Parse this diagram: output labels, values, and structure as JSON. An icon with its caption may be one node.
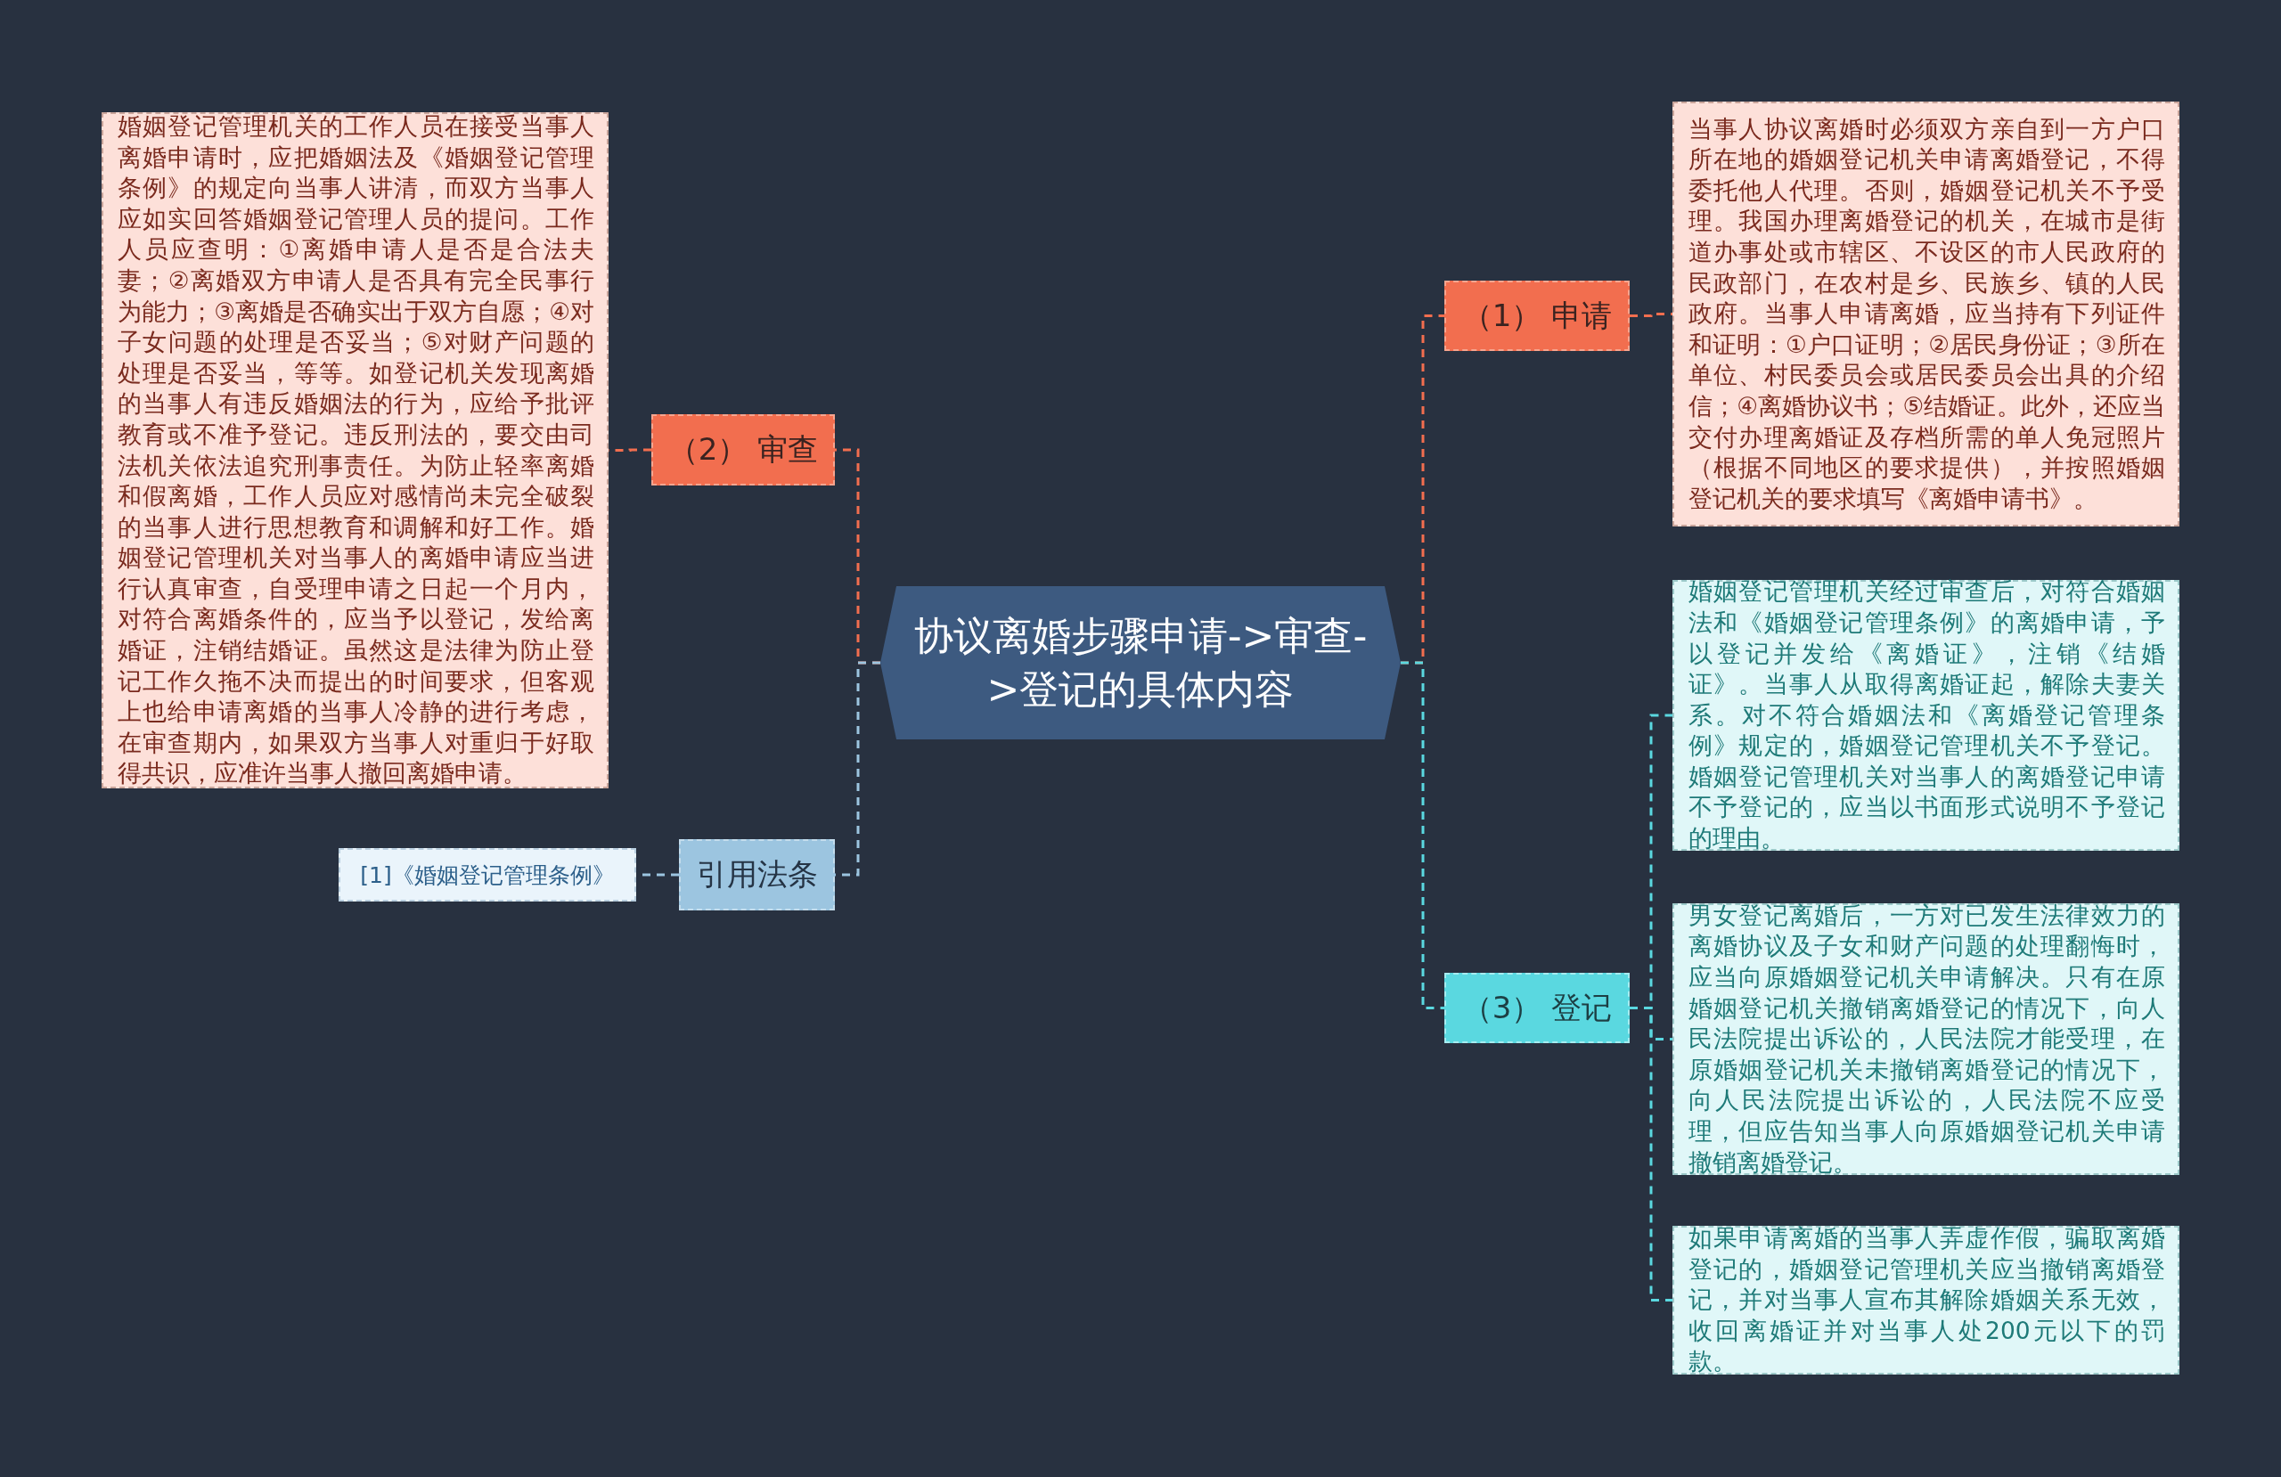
{
  "diagram": {
    "nodes": [
      {
        "text": [
          "协议离婚步骤申请->审查->登记的具体内容"
        ]
      },
      {
        "text": [
          "（1） 申请"
        ]
      },
      {
        "text": [
          "当事人协议离婚时必须双方亲自到一方户口所在地的婚姻登记机关申请离婚登记，不得委托他人代理。否则，婚姻登记机关不予受理。我国办理离婚登记的机关，在城市是街道办事处或市辖区、不设区的市人民政府的民政部门，在农村是乡、民族乡、镇的人民政府。当事人申请离婚，应当持有下列证件和证明：①户口证明；②居民身份证；③所在单位、村民委员会或居民委员会出具的介绍信；④离婚协议书；⑤结婚证。此外，还应当交付办理离婚证及存档所需的单人免冠照片（根据不同地区的要求提供），并按照婚姻登记机关的要求填写《离婚申请书》。"
        ]
      },
      {
        "text": [
          "（2） 审查"
        ]
      },
      {
        "text": [
          "婚姻登记管理机关的工作人员在接受当事人离婚申请时，应把婚姻法及《婚姻登记管理条例》的规定向当事人讲清，而双方当事人应如实回答婚姻登记管理人员的提问。工作人员应查明：①离婚申请人是否是合法夫妻；②离婚双方申请人是否具有完全民事行为能力；③离婚是否确实出于双方自愿；④对子女问题的处理是否妥当；⑤对财产问题的处理是否妥当，等等。如登记机关发现离婚的当事人有违反婚姻法的行为，应给予批评教育或不准予登记。违反刑法的，要交由司法机关依法追究刑事责任。为防止轻率离婚和假离婚，工作人员应对感情尚未完全破裂的当事人进行思想教育和调解和好工作。婚姻登记管理机关对当事人的离婚申请应当进行认真审查，自受理申请之日起一个月内，对符合离婚条件的，应当予以登记，发给离婚证，注销结婚证。虽然这是法律为防止登记工作久拖不决而提出的时间要求，但客观上也给申请离婚的当事人冷静的进行考虑，在审查期内，如果双方当事人对重归于好取得共识，应准许当事人撤回离婚申请。"
        ]
      },
      {
        "text": [
          "引用法条"
        ]
      },
      {
        "text": [
          "[1]《婚姻登记管理条例》"
        ]
      },
      {
        "text": [
          "（3） 登记"
        ]
      },
      {
        "text": [
          "婚姻登记管理机关经过审查后，对符合婚姻法和《婚姻登记管理条例》的离婚申请，予以登记并发给《离婚证》，注销《结婚证》。当事人从取得离婚证起，解除夫妻关系。对不符合婚姻法和《离婚登记管理条例》规定的，婚姻登记管理机关不予登记。婚姻登记管理机关对当事人的离婚登记申请不予登记的，应当以书面形式说明不予登记的理由。"
        ]
      },
      {
        "text": [
          "男女登记离婚后，一方对已发生法律效力的离婚协议及子女和财产问题的处理翻悔时，应当向原婚姻登记机关申请解决。只有在原婚姻登记机关撤销离婚登记的情况下，向人民法院提出诉讼的，人民法院才能受理，在原婚姻登记机关未撤销离婚登记的情况下，向人民法院提出诉讼的，人民法院不应受理，但应告知当事人向原婚姻登记机关申请撤销离婚登记。"
        ]
      },
      {
        "text": [
          "如果申请离婚的当事人弄虚作假，骗取离婚登记的，婚姻登记管理机关应当撤销离婚登记，并对当事人宣布其解除婚姻关系无效，收回离婚证并对当事人处200元以下的罚款。"
        ]
      }
    ],
    "edges": [
      {
        "from": 0,
        "to": 1,
        "arrow": "none",
        "style": "dashed",
        "color": "#f26e4f"
      },
      {
        "from": 1,
        "to": 2,
        "arrow": "none",
        "style": "dashed",
        "color": "#f26e4f"
      },
      {
        "from": 0,
        "to": 3,
        "arrow": "none",
        "style": "dashed",
        "color": "#f26e4f"
      },
      {
        "from": 3,
        "to": 4,
        "arrow": "none",
        "style": "dashed",
        "color": "#f26e4f"
      },
      {
        "from": 0,
        "to": 5,
        "arrow": "none",
        "style": "dashed",
        "color": "#9cc5e0"
      },
      {
        "from": 5,
        "to": 6,
        "arrow": "none",
        "style": "dashed",
        "color": "#9cc5e0"
      },
      {
        "from": 0,
        "to": 7,
        "arrow": "none",
        "style": "dashed",
        "color": "#5ad8e0"
      },
      {
        "from": 7,
        "to": 8,
        "arrow": "none",
        "style": "dashed",
        "color": "#5ad8e0"
      },
      {
        "from": 7,
        "to": 9,
        "arrow": "none",
        "style": "dashed",
        "color": "#5ad8e0"
      },
      {
        "from": 7,
        "to": 10,
        "arrow": "none",
        "style": "dashed",
        "color": "#5ad8e0"
      }
    ]
  }
}
